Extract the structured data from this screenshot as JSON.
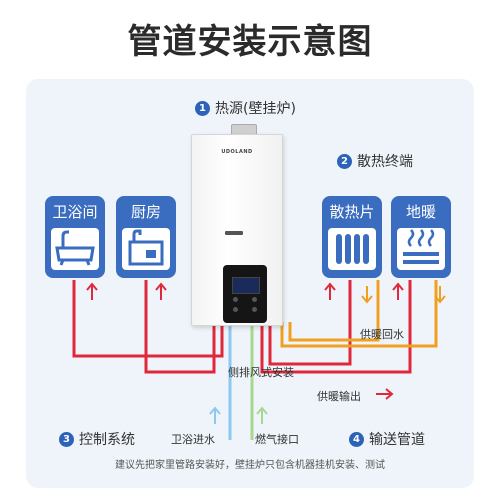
{
  "title": "管道安装示意图",
  "steps": {
    "s1": {
      "num": "1",
      "label": "热源(壁挂炉)"
    },
    "s2": {
      "num": "2",
      "label": "散热终端"
    },
    "s3": {
      "num": "3",
      "label": "控制系统"
    },
    "s4": {
      "num": "4",
      "label": "输送管道"
    }
  },
  "units": {
    "bathroom": "卫浴间",
    "kitchen": "厨房",
    "radiator": "散热片",
    "floor_heating": "地暖"
  },
  "heater": {
    "brand": "UDOLAND"
  },
  "pipe_labels": {
    "return": "供暖回水",
    "side_exhaust": "侧排风式安装",
    "supply_out": "供暖输出",
    "bath_water_in": "卫浴进水",
    "gas_inlet": "燃气接口"
  },
  "note": "建议先把家里管路安装好，壁挂炉只包含机器挂机安装、测试",
  "colors": {
    "hot": "#e0283c",
    "warm_return": "#f0a020",
    "cold": "#8cc8f0",
    "gas": "#a8d890",
    "unit": "#3a6cc0",
    "badge": "#2c63b8"
  }
}
